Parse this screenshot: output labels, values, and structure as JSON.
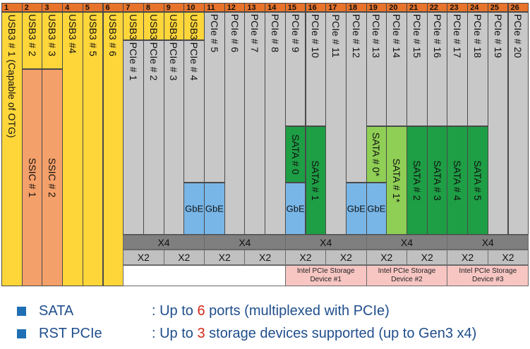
{
  "colors": {
    "usb3": "#ffd63a",
    "pcie": "#c8c8c8",
    "ssic": "#f4a06a",
    "sata_dark": "#1e9e45",
    "sata_light": "#8fcf55",
    "gbe": "#78b6e8",
    "header": "#e8732a",
    "legend_text": "#1f4e8c",
    "highlight": "#d12a1a"
  },
  "lanes": [
    "1",
    "2",
    "3",
    "4",
    "5",
    "6",
    "7",
    "8",
    "9",
    "10",
    "11",
    "12",
    "13",
    "14",
    "15",
    "16",
    "17",
    "18",
    "19",
    "20",
    "21",
    "22",
    "23",
    "24",
    "25",
    "26"
  ],
  "cells": [
    {
      "lane": 1,
      "from": 0,
      "to": 4,
      "kind": "usb3",
      "label": "USB3 # 1 (Capable of OTG)"
    },
    {
      "lane": 2,
      "from": 0,
      "to": 1,
      "kind": "usb3",
      "label": "USB3 # 2"
    },
    {
      "lane": 2,
      "from": 1,
      "to": 4,
      "kind": "ssic",
      "label": "SSIC # 1"
    },
    {
      "lane": 3,
      "from": 0,
      "to": 1,
      "kind": "usb3",
      "label": "USB3 # 3"
    },
    {
      "lane": 3,
      "from": 1,
      "to": 4,
      "kind": "ssic",
      "label": "SSIC # 2"
    },
    {
      "lane": 4,
      "from": 0,
      "to": 4,
      "kind": "usb3",
      "label": "USB3 #4"
    },
    {
      "lane": 5,
      "from": 0,
      "to": 4,
      "kind": "usb3",
      "label": "USB3 # 5"
    },
    {
      "lane": 6,
      "from": 0,
      "to": 4,
      "kind": "usb3",
      "label": "USB3 # 6"
    },
    {
      "lane": 7,
      "from": 0,
      "to": 0.5,
      "kind": "usb3",
      "label": "USB3 # 7"
    },
    {
      "lane": 7,
      "from": 0.5,
      "to": 4,
      "kind": "pcie",
      "label": "PCIe # 1"
    },
    {
      "lane": 8,
      "from": 0,
      "to": 0.5,
      "kind": "usb3",
      "label": "USB3 # 8"
    },
    {
      "lane": 8,
      "from": 0.5,
      "to": 4,
      "kind": "pcie",
      "label": "PCIe # 2"
    },
    {
      "lane": 9,
      "from": 0,
      "to": 0.5,
      "kind": "usb3",
      "label": "USB3 # 9"
    },
    {
      "lane": 9,
      "from": 0.5,
      "to": 4,
      "kind": "pcie",
      "label": "PCIe # 3"
    },
    {
      "lane": 10,
      "from": 0,
      "to": 0.5,
      "kind": "usb3",
      "label": "USB3 # 10"
    },
    {
      "lane": 10,
      "from": 0.5,
      "to": 3,
      "kind": "pcie",
      "label": "PCIe # 4"
    },
    {
      "lane": 10,
      "from": 3,
      "to": 4,
      "kind": "gbe",
      "label": "GbE"
    },
    {
      "lane": 11,
      "from": 0,
      "to": 3,
      "kind": "pcie",
      "label": "PCIe # 5"
    },
    {
      "lane": 11,
      "from": 3,
      "to": 4,
      "kind": "gbe",
      "label": "GbE"
    },
    {
      "lane": 12,
      "from": 0,
      "to": 4,
      "kind": "pcie",
      "label": "PCIe # 6"
    },
    {
      "lane": 13,
      "from": 0,
      "to": 4,
      "kind": "pcie",
      "label": "PCIe # 7"
    },
    {
      "lane": 14,
      "from": 0,
      "to": 4,
      "kind": "pcie",
      "label": "PCIe # 8"
    },
    {
      "lane": 15,
      "from": 0,
      "to": 2,
      "kind": "pcie",
      "label": "PCIe # 9"
    },
    {
      "lane": 15,
      "from": 2,
      "to": 3,
      "kind": "sata_dark",
      "label": "SATA # 0"
    },
    {
      "lane": 15,
      "from": 3,
      "to": 4,
      "kind": "gbe",
      "label": "GbE"
    },
    {
      "lane": 16,
      "from": 0,
      "to": 2,
      "kind": "pcie",
      "label": "PCIe # 10"
    },
    {
      "lane": 16,
      "from": 2,
      "to": 4,
      "kind": "sata_dark",
      "label": "SATA # 1"
    },
    {
      "lane": 17,
      "from": 0,
      "to": 4,
      "kind": "pcie",
      "label": "PCIe # 11"
    },
    {
      "lane": 18,
      "from": 0,
      "to": 3,
      "kind": "pcie",
      "label": "PCIe # 12"
    },
    {
      "lane": 18,
      "from": 3,
      "to": 4,
      "kind": "gbe",
      "label": "GbE"
    },
    {
      "lane": 19,
      "from": 0,
      "to": 2,
      "kind": "pcie",
      "label": "PCIe # 13"
    },
    {
      "lane": 19,
      "from": 2,
      "to": 3,
      "kind": "sata_light",
      "label": "SATA # 0*"
    },
    {
      "lane": 19,
      "from": 3,
      "to": 4,
      "kind": "gbe",
      "label": "GbE"
    },
    {
      "lane": 20,
      "from": 0,
      "to": 2,
      "kind": "pcie",
      "label": "PCIe # 14"
    },
    {
      "lane": 20,
      "from": 2,
      "to": 4,
      "kind": "sata_light",
      "label": "SATA # 1*"
    },
    {
      "lane": 21,
      "from": 0,
      "to": 2,
      "kind": "pcie",
      "label": "PCIe # 15"
    },
    {
      "lane": 21,
      "from": 2,
      "to": 4,
      "kind": "sata_dark",
      "label": "SATA # 2"
    },
    {
      "lane": 22,
      "from": 0,
      "to": 2,
      "kind": "pcie",
      "label": "PCIe # 16"
    },
    {
      "lane": 22,
      "from": 2,
      "to": 4,
      "kind": "sata_dark",
      "label": "SATA # 3"
    },
    {
      "lane": 23,
      "from": 0,
      "to": 2,
      "kind": "pcie",
      "label": "PCIe # 17"
    },
    {
      "lane": 23,
      "from": 2,
      "to": 4,
      "kind": "sata_dark",
      "label": "SATA # 4"
    },
    {
      "lane": 24,
      "from": 0,
      "to": 2,
      "kind": "pcie",
      "label": "PCIe # 18"
    },
    {
      "lane": 24,
      "from": 2,
      "to": 4,
      "kind": "sata_dark",
      "label": "SATA # 5"
    },
    {
      "lane": 25,
      "from": 0,
      "to": 4,
      "kind": "pcie",
      "label": "PCIe # 19"
    },
    {
      "lane": 26,
      "from": 0,
      "to": 4,
      "kind": "pcie",
      "label": "PCIe # 20"
    }
  ],
  "x4_groups": [
    {
      "from": 7,
      "to": 10,
      "label": "X4"
    },
    {
      "from": 11,
      "to": 14,
      "label": "X4"
    },
    {
      "from": 15,
      "to": 18,
      "label": "X4"
    },
    {
      "from": 19,
      "to": 22,
      "label": "X4"
    },
    {
      "from": 23,
      "to": 26,
      "label": "X4"
    }
  ],
  "x2_groups": [
    {
      "from": 7,
      "to": 8,
      "label": "X2"
    },
    {
      "from": 9,
      "to": 10,
      "label": "X2"
    },
    {
      "from": 11,
      "to": 12,
      "label": "X2"
    },
    {
      "from": 13,
      "to": 14,
      "label": "X2"
    },
    {
      "from": 15,
      "to": 16,
      "label": "X2"
    },
    {
      "from": 17,
      "to": 18,
      "label": "X2"
    },
    {
      "from": 19,
      "to": 20,
      "label": "X2"
    },
    {
      "from": 21,
      "to": 22,
      "label": "X2"
    },
    {
      "from": 23,
      "to": 24,
      "label": "X2"
    },
    {
      "from": 25,
      "to": 26,
      "label": "X2"
    }
  ],
  "storage_devices": [
    {
      "from": 15,
      "to": 18,
      "line1": "Intel PCIe Storage",
      "line2": "Device #1"
    },
    {
      "from": 19,
      "to": 22,
      "line1": "Intel PCIe Storage",
      "line2": "Device #2"
    },
    {
      "from": 23,
      "to": 26,
      "line1": "Intel PCIe Storage",
      "line2": "Device #3"
    }
  ],
  "legend": {
    "sata": {
      "name": "SATA",
      "pre": ": Up to ",
      "num": "6",
      "post": " ports (multiplexed with PCIe)"
    },
    "rst": {
      "name": "RST PCIe",
      "pre": ": Up to ",
      "num": "3",
      "post": " storage devices supported (up to Gen3 x4)"
    }
  }
}
